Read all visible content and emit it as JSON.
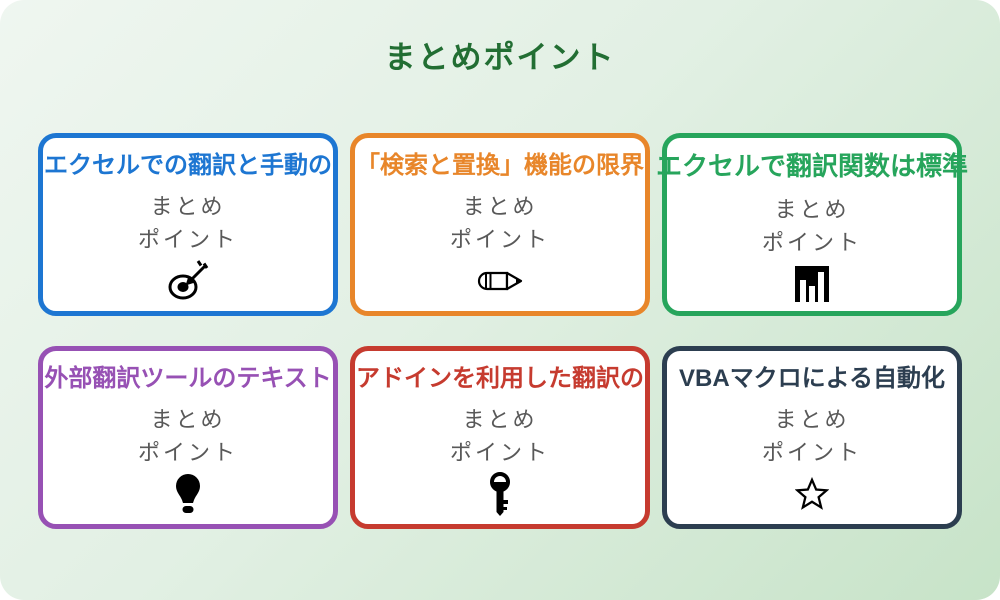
{
  "page": {
    "title": "まとめポイント",
    "title_color": "#226e33",
    "background_start": "#eff6f0",
    "background_end": "#c7e3c8"
  },
  "cards": [
    {
      "title": "エクセルでの翻訳と手動の",
      "line1": "まとめ",
      "line2": "ポイント",
      "color": "#1d76d2",
      "icon": "target-icon"
    },
    {
      "title": "「検索と置換」機能の限界",
      "line1": "まとめ",
      "line2": "ポイント",
      "color": "#e8862a",
      "icon": "pencil-icon"
    },
    {
      "title": "エクセルで翻訳関数は標準",
      "line1": "まとめ",
      "line2": "ポイント",
      "color": "#27a55c",
      "icon": "bar-chart-icon"
    },
    {
      "title": "外部翻訳ツールのテキスト",
      "line1": "まとめ",
      "line2": "ポイント",
      "color": "#9751b4",
      "icon": "lightbulb-icon"
    },
    {
      "title": "アドインを利用した翻訳の",
      "line1": "まとめ",
      "line2": "ポイント",
      "color": "#c63b2f",
      "icon": "key-icon"
    },
    {
      "title": "VBAマクロによる自動化",
      "line1": "まとめ",
      "line2": "ポイント",
      "color": "#2c3e50",
      "icon": "star-icon"
    }
  ]
}
